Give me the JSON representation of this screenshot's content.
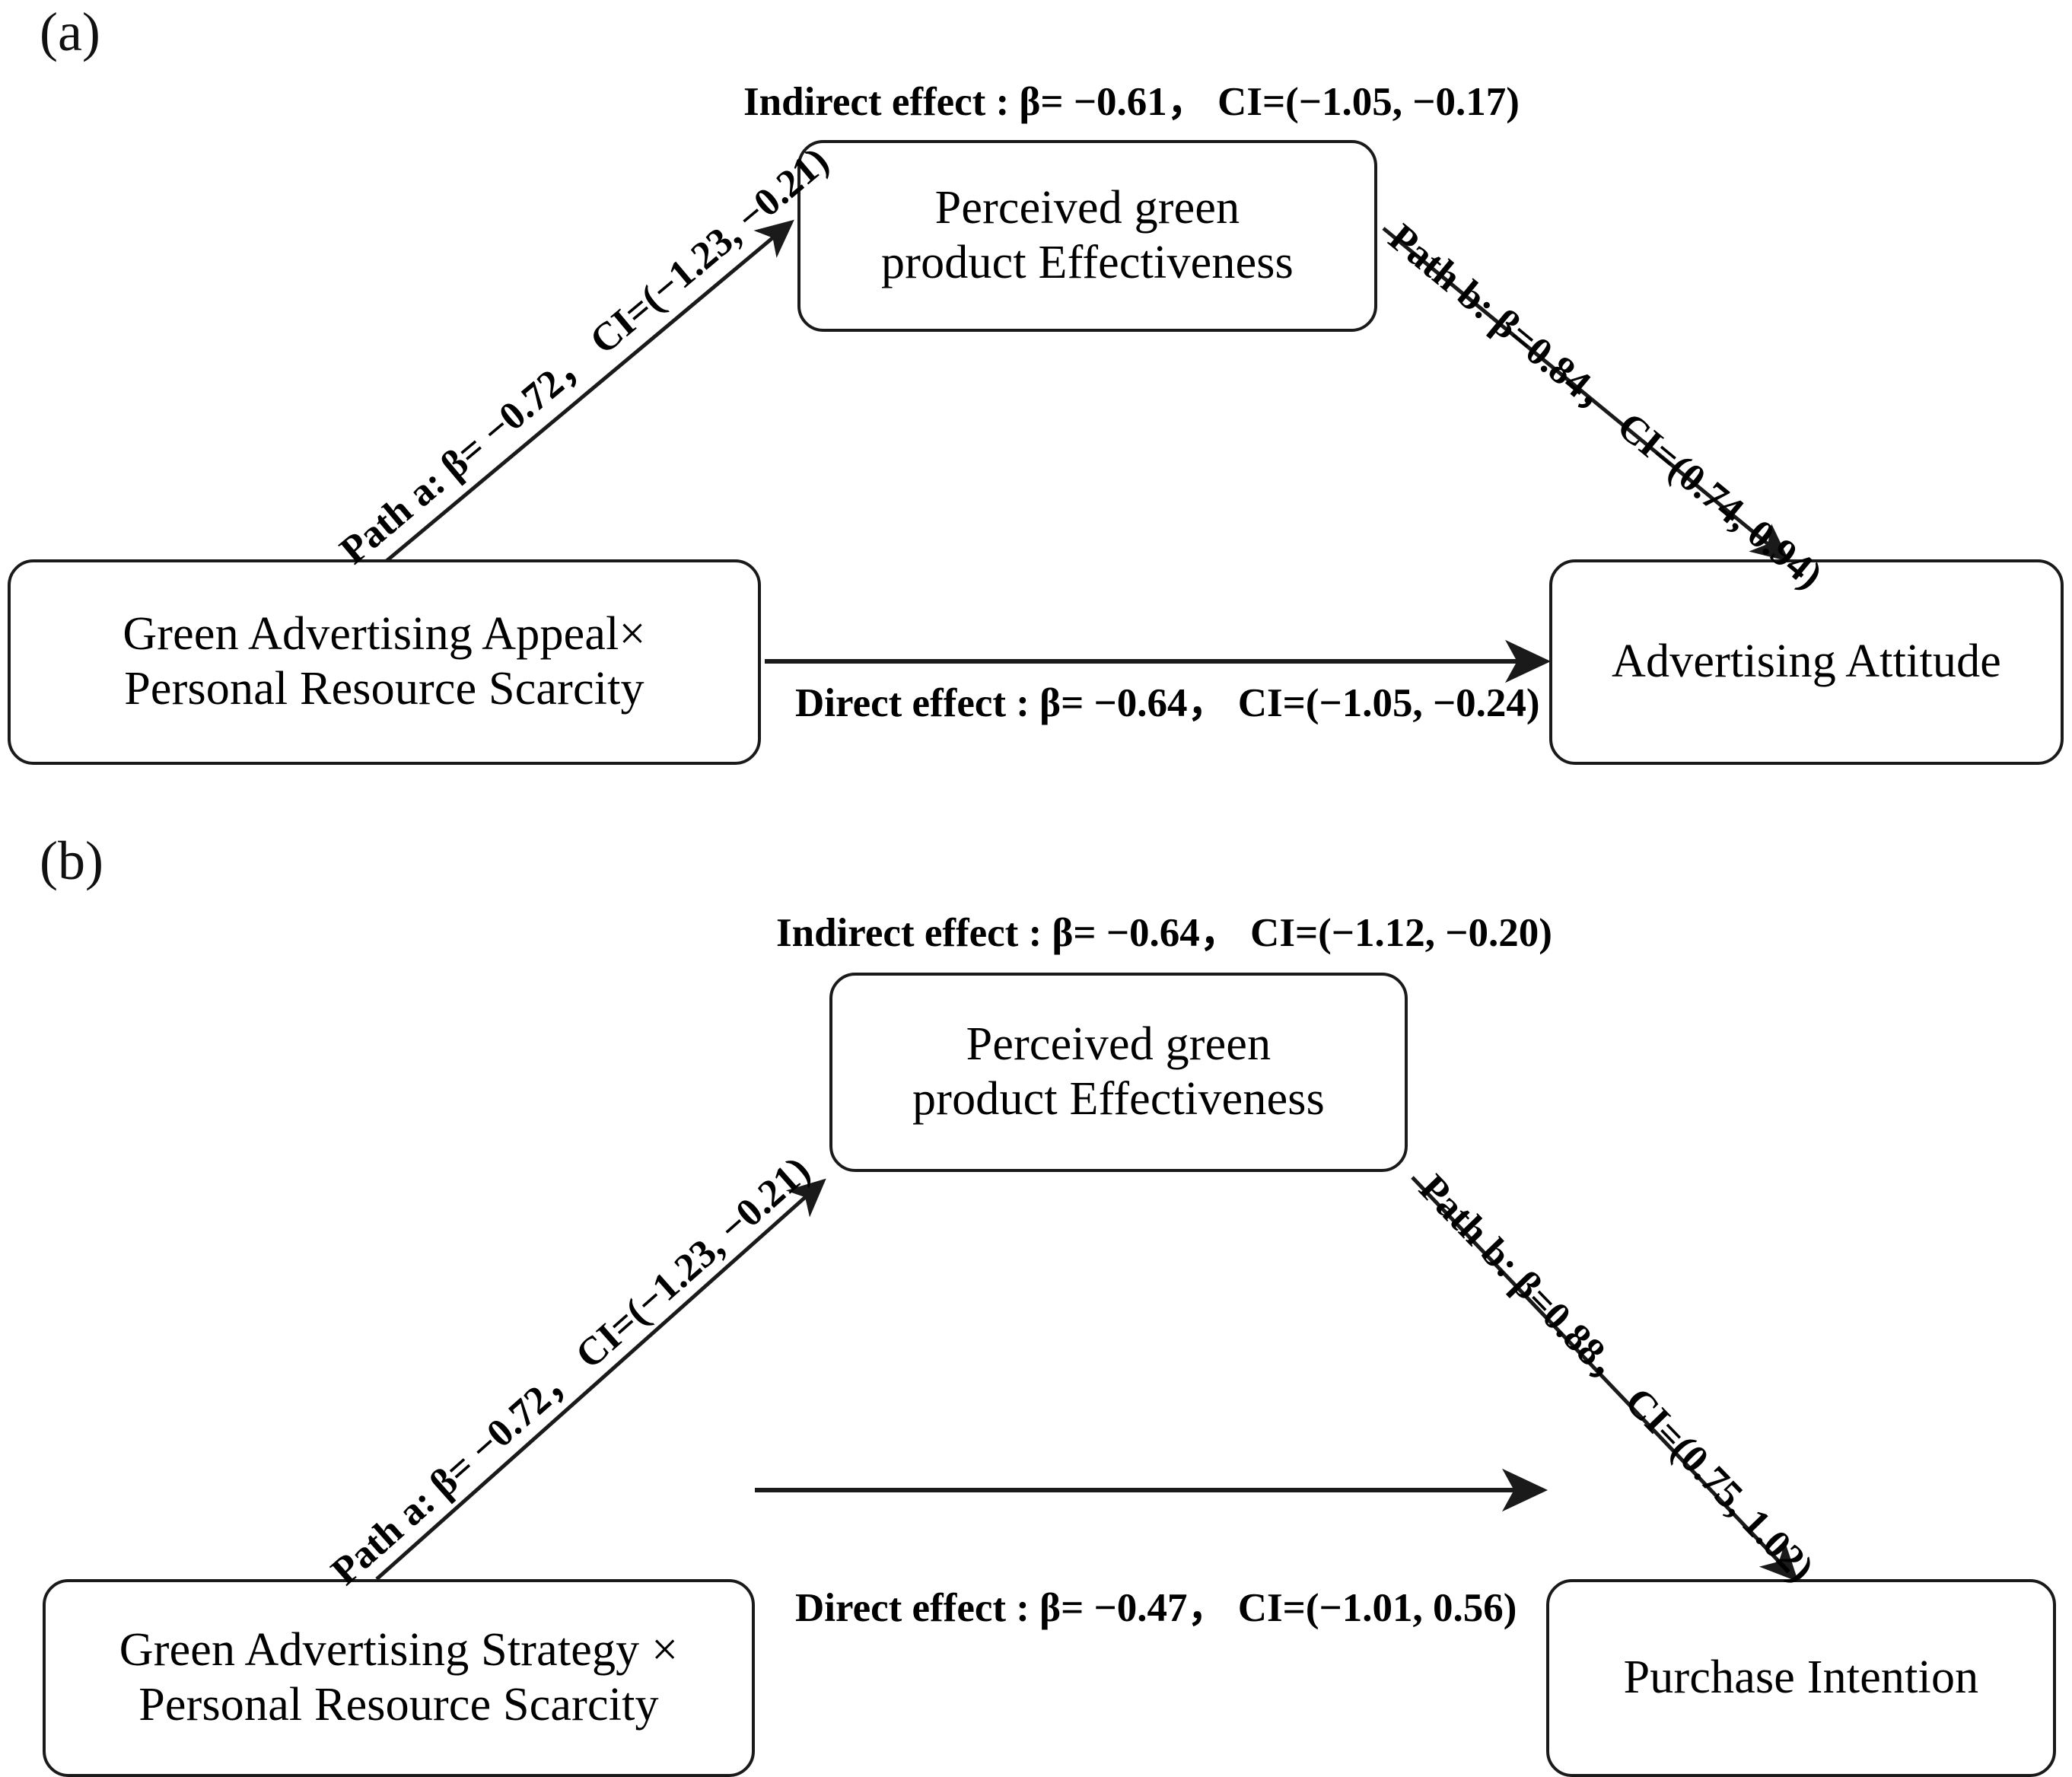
{
  "figure": {
    "type": "mediation-path-diagram",
    "panels": [
      {
        "key": "a",
        "label": "(a)",
        "indirect_effect": "Indirect effect : β= −0.61，  CI=(−1.05, −0.17)",
        "direct_effect": "Direct effect : β= −0.64，  CI=(−1.05, −0.24)",
        "path_a": "Path a: β= −0.72， CI=(−1.23, −0.21)",
        "path_b": "Path b: β=0.84，  CI=(0.74, 0.94)",
        "nodes": {
          "predictor": "Green Advertising Appeal×\nPersonal Resource Scarcity",
          "mediator": "Perceived green\nproduct Effectiveness",
          "outcome": "Advertising Attitude"
        },
        "stats": {
          "indirect_beta": -0.61,
          "indirect_ci": [
            -1.05,
            -0.17
          ],
          "direct_beta": -0.64,
          "direct_ci": [
            -1.05,
            -0.24
          ],
          "path_a_beta": -0.72,
          "path_a_ci": [
            -1.23,
            -0.21
          ],
          "path_b_beta": 0.84,
          "path_b_ci": [
            0.74,
            0.94
          ]
        }
      },
      {
        "key": "b",
        "label": "(b)",
        "indirect_effect": "Indirect effect : β= −0.64，  CI=(−1.12, −0.20)",
        "direct_effect": "Direct effect : β= −0.47，  CI=(−1.01, 0.56)",
        "path_a": "Path a: β= −0.72， CI=(−1.23, −0.21)",
        "path_b": "Path b: β=0.88，  CI=(0.75, 1.02)",
        "nodes": {
          "predictor": "Green Advertising Strategy ×\nPersonal Resource Scarcity",
          "mediator": "Perceived green\nproduct Effectiveness",
          "outcome": "Purchase Intention"
        },
        "stats": {
          "indirect_beta": -0.64,
          "indirect_ci": [
            -1.12,
            -0.2
          ],
          "direct_beta": -0.47,
          "direct_ci": [
            -1.01,
            0.56
          ],
          "path_a_beta": -0.72,
          "path_a_ci": [
            -1.23,
            -0.21
          ],
          "path_b_beta": 0.88,
          "path_b_ci": [
            0.75,
            1.02
          ]
        }
      }
    ],
    "colors": {
      "stroke": "#1a1a1a",
      "text": "#000000",
      "background": "#ffffff"
    }
  }
}
